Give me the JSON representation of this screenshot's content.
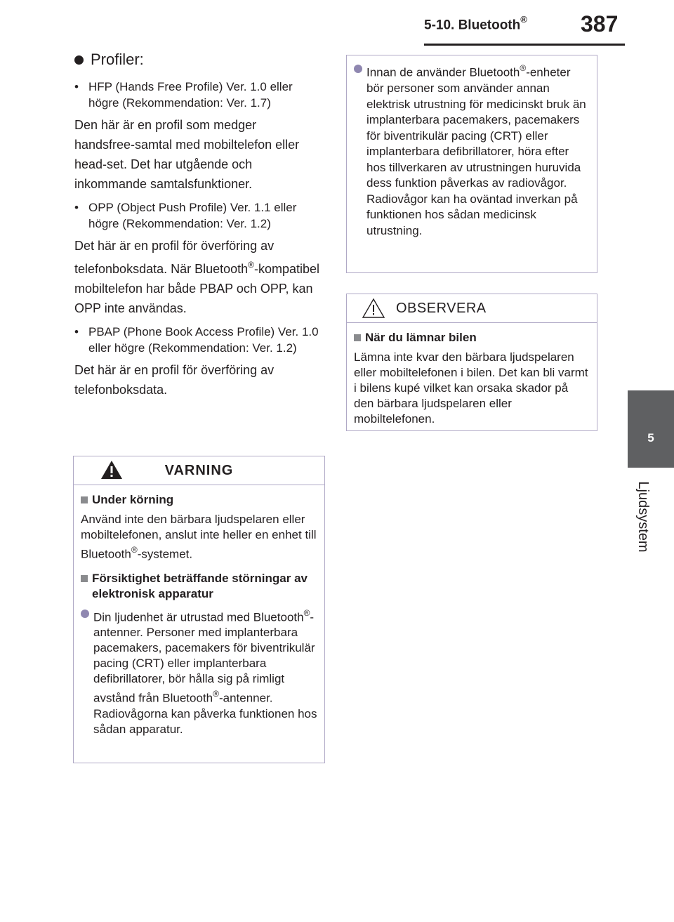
{
  "header": {
    "section": "5-10. Bluetooth",
    "section_mark": "®",
    "page_number": "387"
  },
  "side_tab": {
    "chapter_number": "5",
    "chapter_title": "Ljudsystem"
  },
  "main": {
    "heading": "Profiler:",
    "hfp_item": "HFP (Hands Free Profile) Ver. 1.0 eller högre (Rekommendation: Ver. 1.7)",
    "hfp_desc": "Den här är en profil som medger handsfree-samtal med mobiltelefon eller head-set. Det har utgående och inkommande samtalsfunktioner.",
    "opp_item": "OPP (Object Push Profile) Ver. 1.1 eller högre (Rekommendation: Ver. 1.2)",
    "opp_desc_1": "Det här är en profil för överföring av telefonboksdata. När Bluetooth",
    "opp_desc_2": "-kompatibel mobiltelefon har både PBAP och OPP, kan OPP inte användas.",
    "pbap_item": "PBAP (Phone Book Access Profile) Ver. 1.0 eller högre (Rekommendation: Ver. 1.2)",
    "pbap_desc": "Det här är en profil för överföring av telefonboksdata.",
    "reg": "®"
  },
  "warning": {
    "title": "VARNING",
    "h1": "Under körning",
    "p1_a": "Använd inte den bärbara ljudspelaren eller mobiltelefonen, anslut inte heller en enhet till Bluetooth",
    "p1_b": "-systemet.",
    "h2": "Försiktighet beträffande störningar av elektronisk apparatur",
    "c1_a": "Din ljudenhet är utrustad med Bluetooth",
    "c1_b": "-antenner. Personer med implanterbara pacemakers, pacemakers för biventrikulär pacing (CRT) eller implanterbara defibrillatorer, bör hålla sig på rimligt avstånd från Bluetooth",
    "c1_c": "-antenner. Radiovågorna kan påverka funktionen hos sådan apparatur.",
    "reg": "®"
  },
  "note": {
    "c1_a": "Innan de använder Bluetooth",
    "c1_b": "-enheter bör personer som använder annan elektrisk utrustning för medicinskt bruk än implanterbara pacemakers, pacemakers för biventrikulär pacing (CRT) eller implanterbara defibrillatorer, höra efter hos tillverkaren av utrustningen huruvida dess funktion påverkas av radiovågor. Radiovågor kan ha oväntad inverkan på funktionen hos sådan medicinsk utrustning.",
    "reg": "®"
  },
  "observera": {
    "title": "OBSERVERA",
    "h1": "När du lämnar bilen",
    "p1": "Lämna inte kvar den bärbara ljudspelaren eller mobiltelefonen i bilen. Det kan bli varmt i bilens kupé vilket kan orsaka skador på den bärbara ljudspelaren eller mobiltelefonen."
  },
  "colors": {
    "text": "#231f20",
    "tab_gray": "#5f6062",
    "box_border": "#b0a9c6",
    "bullet_purple": "#8f87b0",
    "square_gray": "#8a8b8e"
  }
}
